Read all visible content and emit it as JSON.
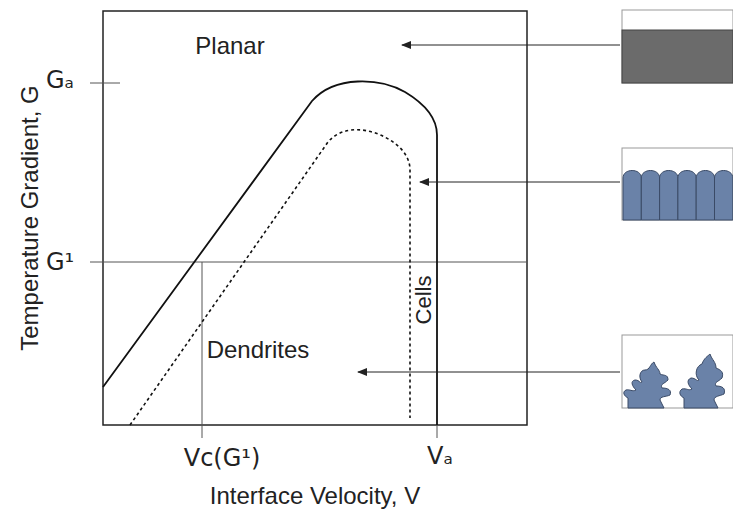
{
  "diagram": {
    "labels": [
      "Planar",
      "Gₐ",
      "G¹",
      "Cells",
      "Dendrites",
      "Vc(G¹)",
      "Vₐ",
      "Temperature Gradient, G",
      "Interface Velocity, V"
    ]
  }
}
